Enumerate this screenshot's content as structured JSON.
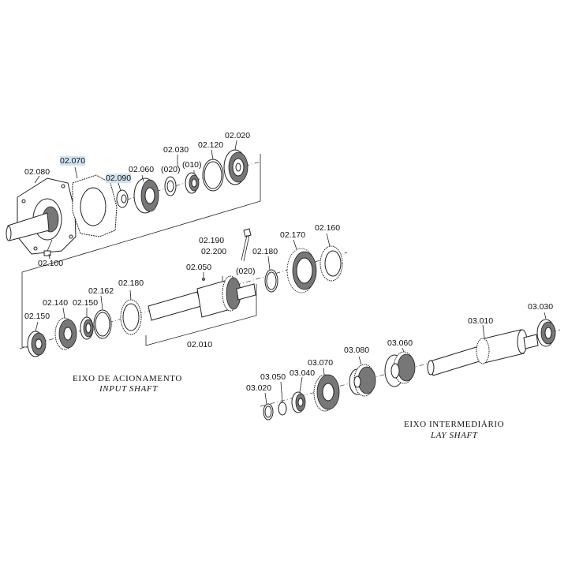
{
  "labels": {
    "l02080": "02.080",
    "l02070": "02.070",
    "l02090": "02.090",
    "l02060": "02.060",
    "l02030": "02.030",
    "l020a": "(020)",
    "l010": "(010)",
    "l02120": "02.120",
    "l02020": "02.020",
    "l02100": "02.100",
    "l02190": "02.190",
    "l02200": "02.200",
    "l02170": "02.170",
    "l02160": "02.160",
    "l02180a": "02.180",
    "l02050": "02.050",
    "l020b": "(020)",
    "l02162": "02.162",
    "l02180b": "02.180",
    "l02140": "02.140",
    "l02150a": "02.150",
    "l02150b": "02.150",
    "l02010": "02.010",
    "l03010": "03.010",
    "l03030": "03.030",
    "l03080": "03.080",
    "l03060": "03.060",
    "l03070": "03.070",
    "l03050": "03.050",
    "l03040": "03.040",
    "l03020": "03.020"
  },
  "captions": {
    "input_pt": "EIXO DE ACIONAMENTO",
    "input_en": "INPUT SHAFT",
    "lay_pt": "EIXO INTERMEDIÁRIO",
    "lay_en": "LAY SHAFT"
  }
}
